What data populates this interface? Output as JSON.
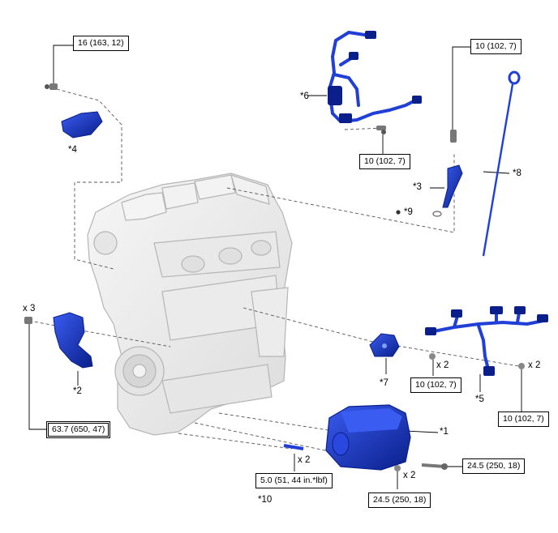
{
  "parts": [
    {
      "label": "*1",
      "torque": "24.5 (250, 18)",
      "torque_2": "24.5 (250, 18)",
      "qty": "x 2"
    },
    {
      "label": "*2",
      "torque": "63.7 (650, 47)",
      "qty": "x 3"
    },
    {
      "label": "*3",
      "torque": "10 (102, 7)"
    },
    {
      "label": "*4",
      "torque": "16 (163, 12)"
    },
    {
      "label": "*5",
      "torque": "10 (102, 7)",
      "qty": "x 2"
    },
    {
      "label": "*6",
      "torque": "10 (102, 7)"
    },
    {
      "label": "*7",
      "torque": "10 (102, 7)",
      "qty": "x 2"
    },
    {
      "label": "*8"
    },
    {
      "label": "*9"
    },
    {
      "label": "*10",
      "torque": "5.0 (51, 44 in.*lbf)",
      "qty": "x 2"
    }
  ],
  "colors": {
    "part_blue": "#1f3fd6",
    "part_dark": "#0a1f8a",
    "engine_fill": "#ededed",
    "engine_stroke": "#b8b8b8"
  }
}
